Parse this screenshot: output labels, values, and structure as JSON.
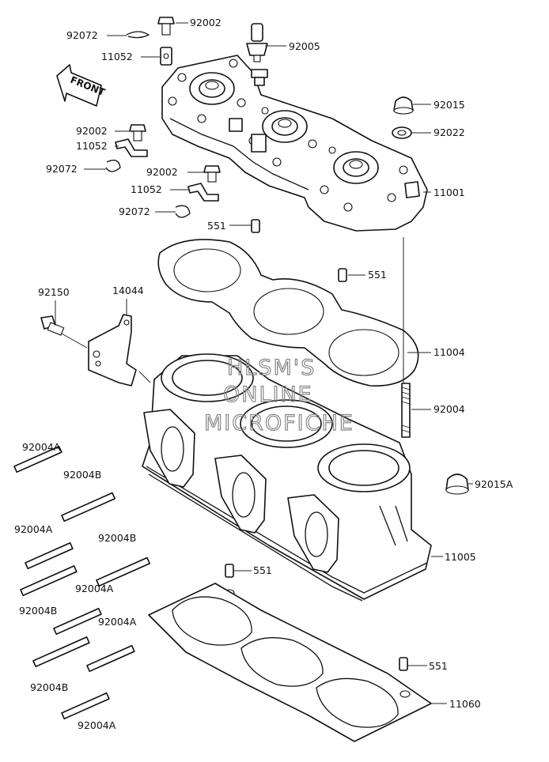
{
  "labels": {
    "l92072a": "92072",
    "l92002a": "92002",
    "l11052a": "11052",
    "l92005": "92005",
    "l92015": "92015",
    "l92022": "92022",
    "l92002b": "92002",
    "l11052b": "11052",
    "l92072b": "92072",
    "l92002c": "92002",
    "l11052c": "11052",
    "l92072c": "92072",
    "l11001": "11001",
    "l551a": "551",
    "l551b": "551",
    "l92150": "92150",
    "l14044": "14044",
    "l11004": "11004",
    "l92004": "92004",
    "l92004A1": "92004A",
    "l92004B1": "92004B",
    "l92015A": "92015A",
    "l92004A2": "92004A",
    "l92004B2": "92004B",
    "l11005": "11005",
    "l551c": "551",
    "l92004B3": "92004B",
    "l92004A3": "92004A",
    "l92004A4": "92004A",
    "l551d": "551",
    "l92004B4": "92004B",
    "l11060": "11060",
    "l92004A5": "92004A"
  },
  "front_arrow": "FRONT",
  "watermark": [
    "HLSM'S",
    "ONLINE",
    "MICROFICHE"
  ]
}
